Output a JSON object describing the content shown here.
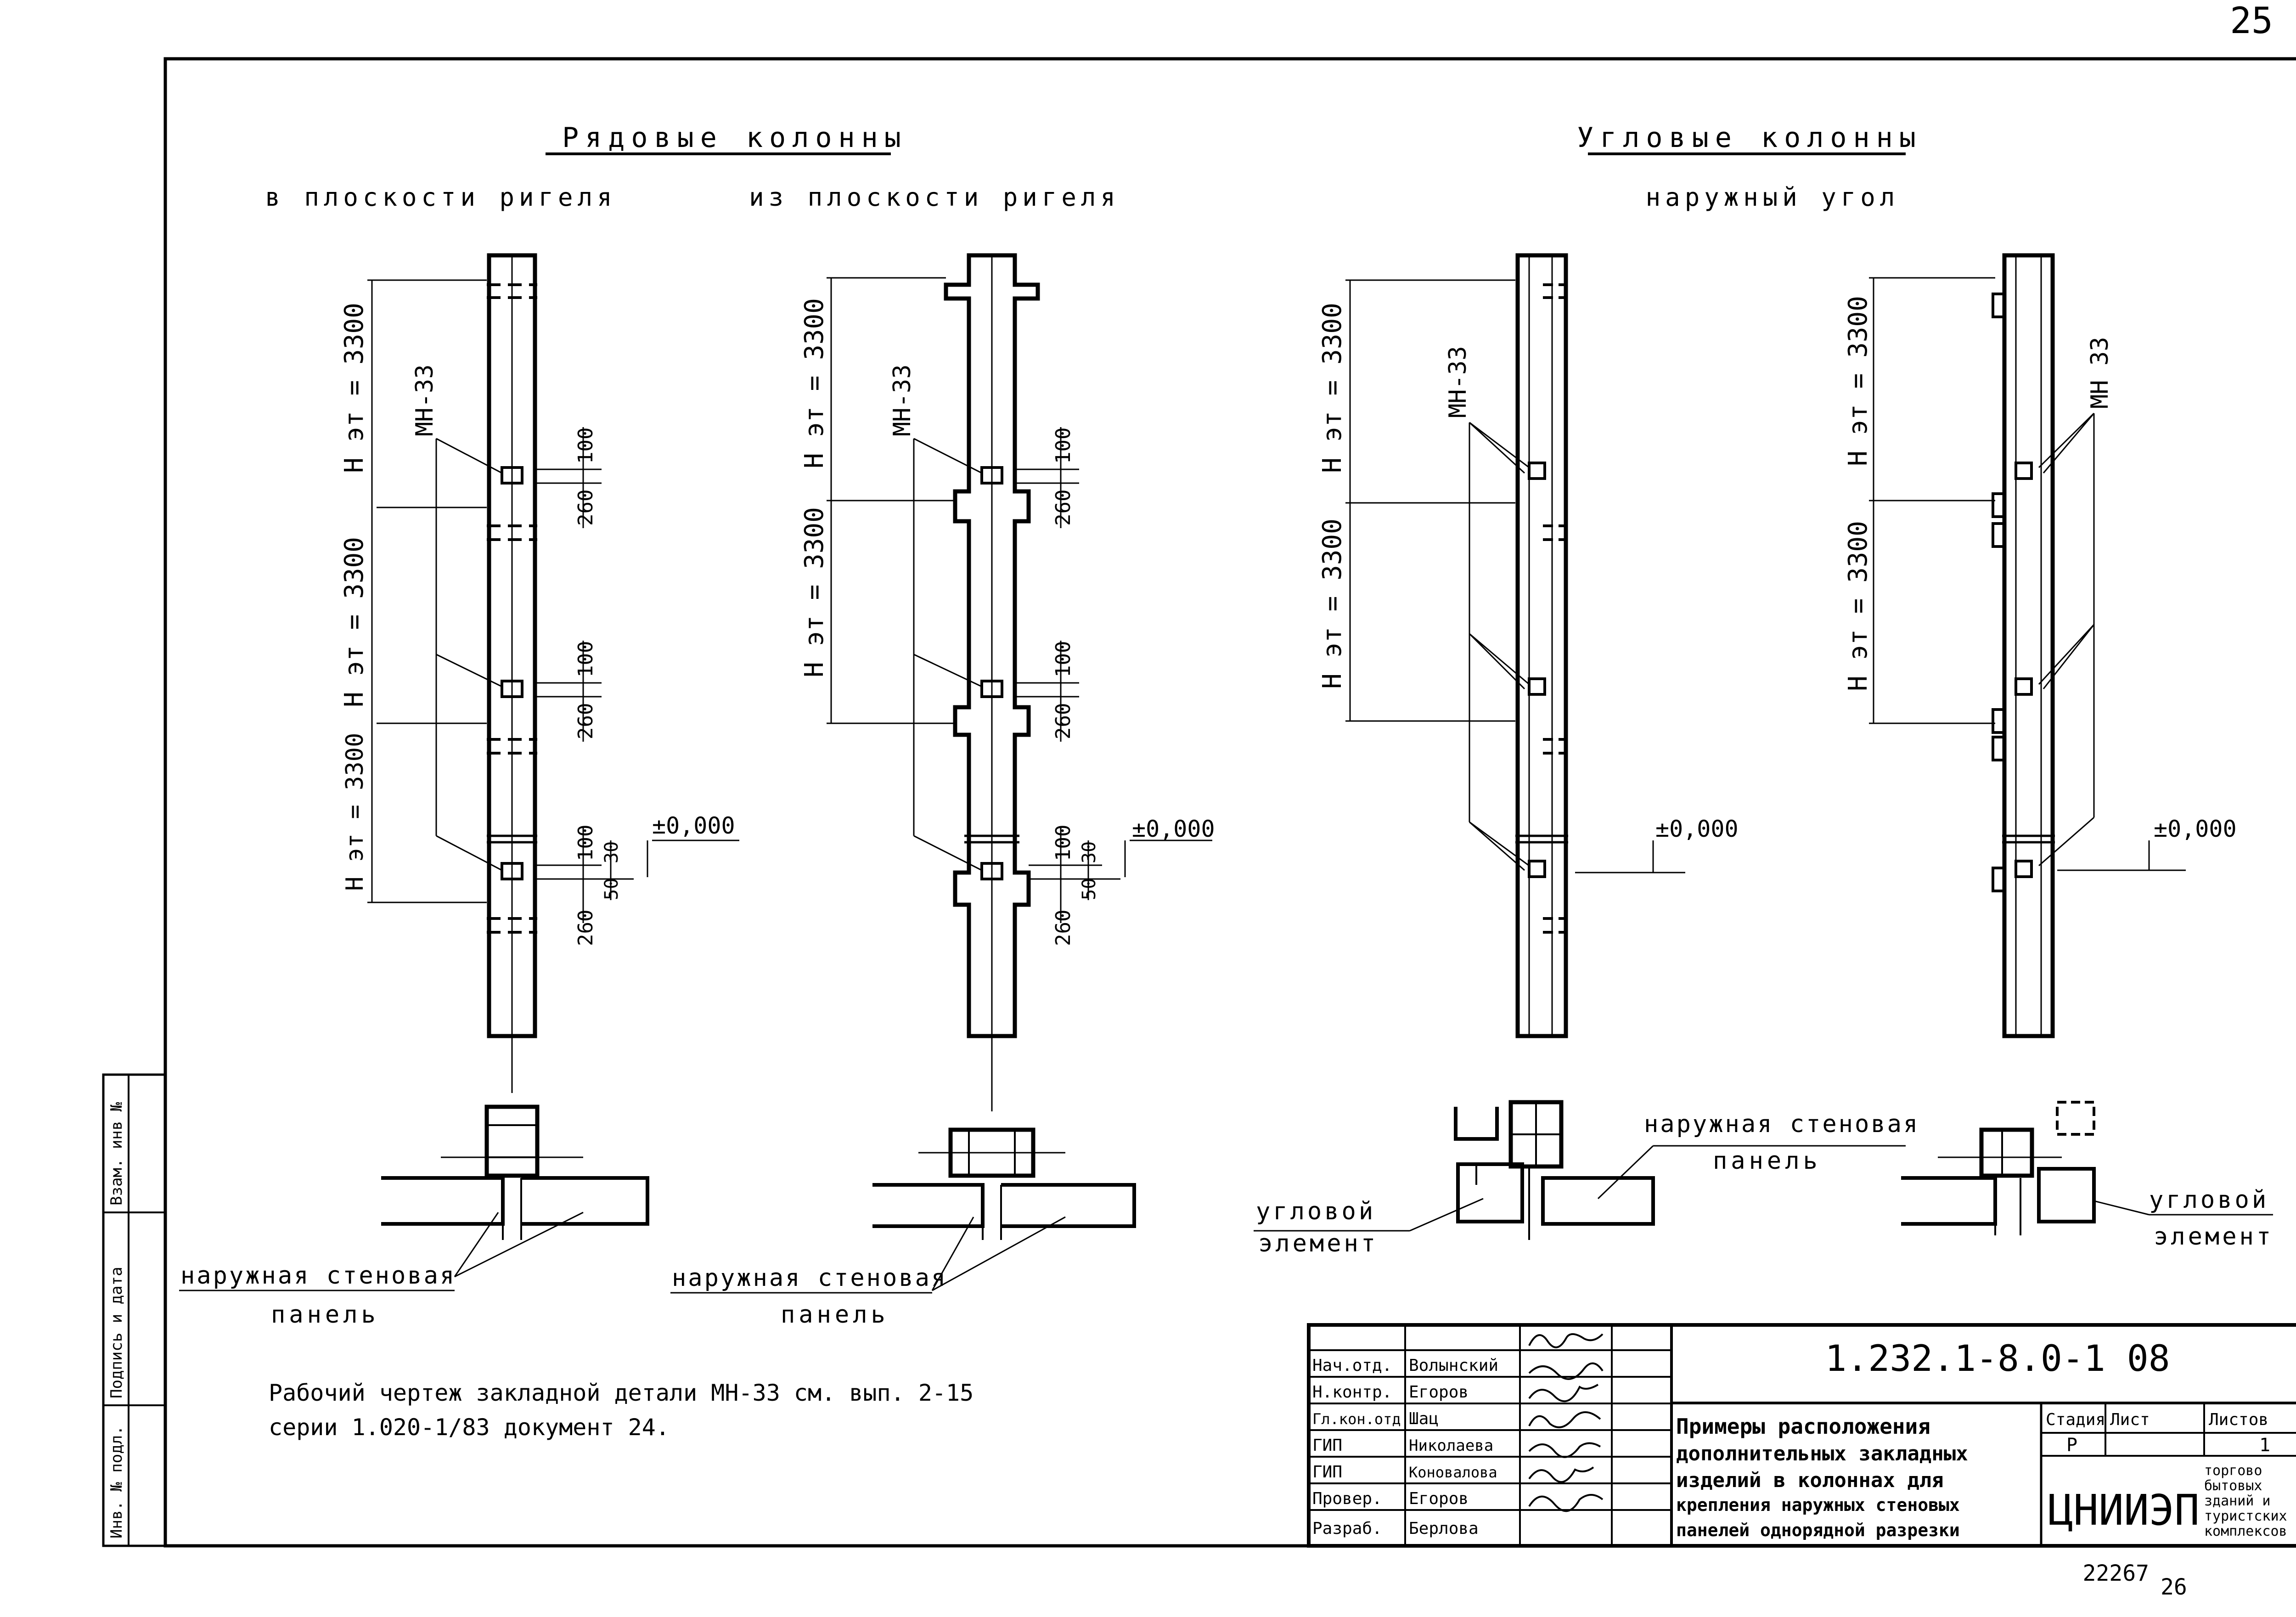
{
  "page": {
    "number_top": "25",
    "number_bottom": "26",
    "archive_number": "22267"
  },
  "groups": {
    "ordinary": {
      "title": "Рядовые колонны",
      "view_in_plane": "в плоскости ригеля",
      "view_out_of_plane": "из плоскости ригеля"
    },
    "corner": {
      "title": "Угловые колонны",
      "view_outer": "наружный угол"
    }
  },
  "labels": {
    "floor_height": "H эт = 3300",
    "embed_part": "МН-33",
    "embed_part_alt": "МН 33",
    "zero_level": "±0,000",
    "dim_100": "100",
    "dim_260": "260",
    "dim_50": "50",
    "dim_30": "30",
    "wall_panel_line1": "наружная стеновая",
    "wall_panel_line2": "панель",
    "corner_element_line1": "угловой",
    "corner_element_line2": "элемент"
  },
  "note": {
    "line1": "Рабочий чертеж закладной детали МН-33 см. вып. 2-15",
    "line2": "серии 1.020-1/83 документ 24."
  },
  "side_stamp": {
    "inv_podl": "Инв. № подл.",
    "podpis": "Подпись и дата",
    "vzam": "Взам. инв №"
  },
  "title_block": {
    "doc_code": "1.232.1-8.0-1 08",
    "title_lines": [
      "Примеры расположения",
      "дополнительных закладных",
      "изделий в колоннах для",
      "крепления наружных стеновых",
      "панелей однорядной разрезки"
    ],
    "staff": [
      {
        "role": "Нач.отд.",
        "name": "Волынский"
      },
      {
        "role": "Н.контр.",
        "name": "Егоров"
      },
      {
        "role": "Гл.кон.отд",
        "name": "Шац"
      },
      {
        "role": "ГИП",
        "name": "Николаева"
      },
      {
        "role": "ГИП",
        "name": "Коновалова"
      },
      {
        "role": "Провер.",
        "name": "Егоров"
      },
      {
        "role": "Разраб.",
        "name": "Берлова"
      }
    ],
    "stage_header": "Стадия",
    "sheet_header": "Лист",
    "sheets_header": "Листов",
    "stage_value": "Р",
    "sheets_value": "1",
    "org_logo": "ЦНИИЭП",
    "org_name_lines": [
      "торгово",
      "бытовых",
      "зданий и",
      "туристских",
      "комплексов"
    ]
  }
}
